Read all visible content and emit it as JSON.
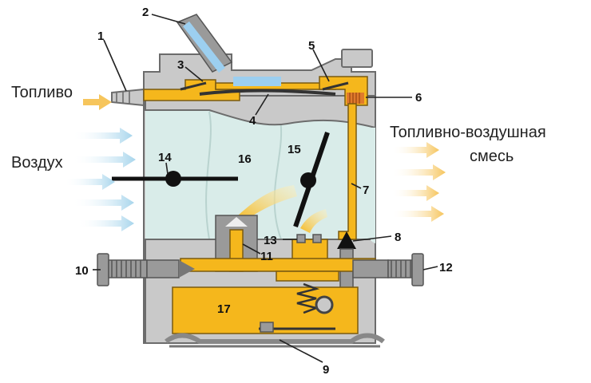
{
  "labels": {
    "fuel": "Топливо",
    "air": "Воздух",
    "mix_line1": "Топливно-воздушная",
    "mix_line2": "смесь"
  },
  "parts": [
    "1",
    "2",
    "3",
    "4",
    "5",
    "6",
    "7",
    "8",
    "9",
    "10",
    "11",
    "12",
    "13",
    "14",
    "15",
    "16",
    "17"
  ],
  "colors": {
    "fuel": "#f5b71c",
    "body": "#c9c9c9",
    "chamber": "#d9ece9",
    "air_arrow": "#a7d5ec",
    "fuel_arrow": "#f6c55c",
    "diaphragm_top": "#9ccff0"
  }
}
